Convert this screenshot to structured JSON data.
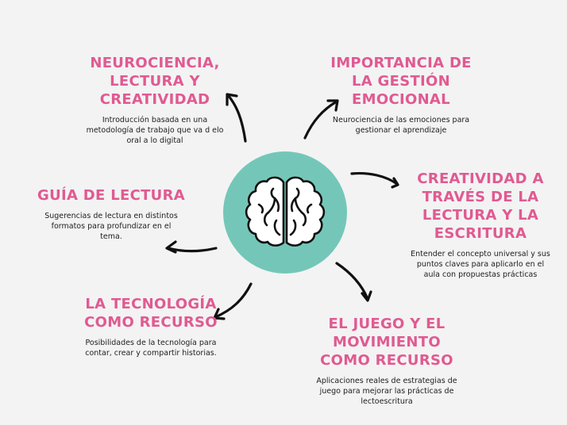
{
  "colors": {
    "background": "#f3f3f3",
    "title_pink": "#e05a92",
    "hub_teal": "#74c7b8",
    "text": "#1d1d1d",
    "arrow": "#111111"
  },
  "center": {
    "icon": "brain-icon"
  },
  "nodes": [
    {
      "id": "neurociencia",
      "title": "Neurociencia,\nlectura y\ncreatividad",
      "description": "Introducción basada en una\nmetodología de trabajo que va d elo\noral a lo digital"
    },
    {
      "id": "gestion-emocional",
      "title": "Importancia de\nla gestión\nemocional",
      "description": "Neurociencia de las emociones para\ngestionar el aprendizaje"
    },
    {
      "id": "creatividad-lectura-escritura",
      "title": "Creatividad a\ntravés de la\nlectura y la\nescritura",
      "description": "Entender el concepto universal y sus\npuntos claves para aplicarlo en el\naula con propuestas prácticas"
    },
    {
      "id": "guia-lectura",
      "title": "Guía de lectura",
      "description": "Sugerencias de lectura en distintos\nformatos para profundizar en el\ntema."
    },
    {
      "id": "tecnologia",
      "title": "La tecnología\ncomo recurso",
      "description": "Posibilidades de la tecnología para\ncontar, crear y compartir historias."
    },
    {
      "id": "juego-movimiento",
      "title": "El juego y el\nmovimiento\ncomo recurso",
      "description": "Aplicaciones reales de estrategias de\njuego para mejorar las prácticas de\nlectoescritura"
    }
  ]
}
